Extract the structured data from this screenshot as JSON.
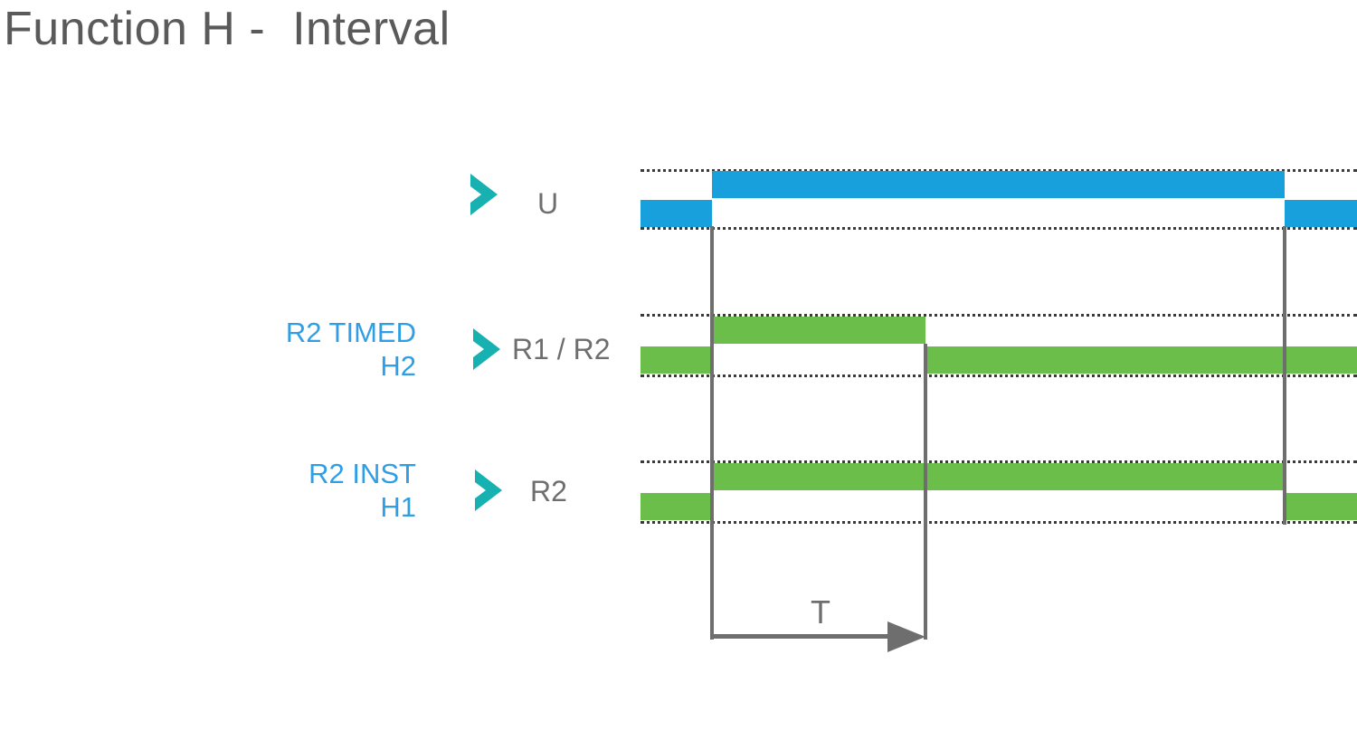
{
  "title": "Function H -  Interval",
  "colors": {
    "title_gray": "#5a5a5a",
    "label_blue": "#2f9ee4",
    "marker_teal": "#18b1b1",
    "signal_gray": "#6e6e6e",
    "wave_blue": "#18a0dc",
    "wave_green": "#6cbe4b",
    "guide_dotted": "#3a3a3a"
  },
  "rows": [
    {
      "id": "u",
      "descriptor": "",
      "signal_label": "U",
      "marker_icon": "play-triangle-icon",
      "color": "blue",
      "segments": [
        {
          "level": "low",
          "from": 708,
          "to": 787
        },
        {
          "level": "high",
          "from": 787,
          "to": 1420
        },
        {
          "level": "low",
          "from": 1420,
          "to": 1500
        }
      ]
    },
    {
      "id": "r1r2",
      "descriptor": "R2 TIMED\nH2",
      "signal_label": "R1 / R2",
      "marker_icon": "play-triangle-icon",
      "color": "green",
      "segments": [
        {
          "level": "low",
          "from": 708,
          "to": 787
        },
        {
          "level": "high",
          "from": 787,
          "to": 1023
        },
        {
          "level": "low",
          "from": 1023,
          "to": 1500
        }
      ]
    },
    {
      "id": "r2",
      "descriptor": "R2 INST\nH1",
      "signal_label": "R2",
      "marker_icon": "play-triangle-icon",
      "color": "green",
      "segments": [
        {
          "level": "low",
          "from": 708,
          "to": 787
        },
        {
          "level": "high",
          "from": 787,
          "to": 1420
        },
        {
          "level": "low",
          "from": 1420,
          "to": 1500
        }
      ]
    }
  ],
  "timing": {
    "interval_label": "T",
    "interval_start_x": 787,
    "interval_end_x": 1023
  }
}
